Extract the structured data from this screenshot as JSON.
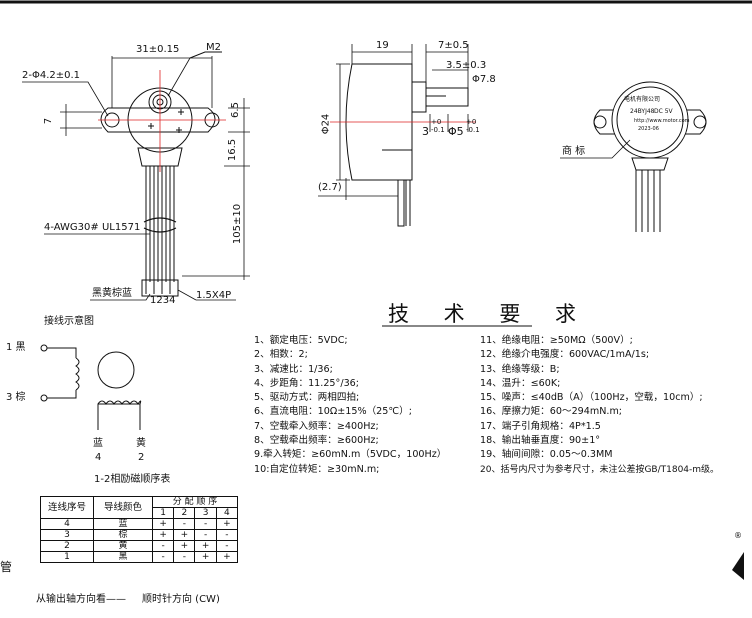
{
  "dims": {
    "mount_spacing": "31±0.15",
    "screw": "M2",
    "holes": "2-Φ4.2±0.1",
    "flange_h": "7",
    "d6_5": "6.5",
    "d16_5": "16.5",
    "wire_len": "105±10",
    "wire_spec": "4-AWG30#  UL1571",
    "wire_colors": "黑黄棕蓝",
    "pin_numbers": "1234",
    "connector": "1.5X4P",
    "body_len": "19",
    "shaft_len": "7±0.5",
    "flat_len": "3.5±0.3",
    "boss_dia": "Φ7.8",
    "body_dia": "Φ24",
    "shaft_tol_main": "3",
    "shaft_tol_dev": "+0 -0.1",
    "shaft_dia_main": "Φ5",
    "shaft_dia_dev": "+0 -0.1",
    "lead_offset": "(2.7)",
    "trademark": "商 标"
  },
  "nameplate": {
    "brand": "电机有限公司",
    "model": "24BYJ48",
    "voltage": "DC 5V",
    "date": "2023-06",
    "url": "http://www.motor.com"
  },
  "wiring": {
    "title": "接线示意图",
    "pin1": "1 黑",
    "pin3": "3 棕",
    "blue_label": "蓝",
    "blue_num": "4",
    "yellow_label": "黄",
    "yellow_num": "2",
    "caption": "1-2相励磁顺序表"
  },
  "seq_table": {
    "col1": "连线序号",
    "col2": "导线颜色",
    "group": "分 配 顺 序",
    "steps": [
      "1",
      "2",
      "3",
      "4"
    ],
    "rows": [
      {
        "num": "4",
        "color": "蓝",
        "s": [
          "+",
          "-",
          "-",
          "+"
        ]
      },
      {
        "num": "3",
        "color": "棕",
        "s": [
          "+",
          "+",
          "-",
          "-"
        ]
      },
      {
        "num": "2",
        "color": "黄",
        "s": [
          "-",
          "+",
          "+",
          "-"
        ]
      },
      {
        "num": "1",
        "color": "黑",
        "s": [
          "-",
          "-",
          "+",
          "+"
        ]
      }
    ],
    "footer_left": "从输出轴方向看——",
    "footer_right": "顺时针方向 (CW)"
  },
  "requirements": {
    "title": "技 术 要 求",
    "left": [
      "1、额定电压：5VDC;",
      "2、相数：2;",
      "3、减速比：1/36;",
      "4、步距角：11.25°/36;",
      "5、驱动方式：两相四拍;",
      "6、直流电阻：10Ω±15%（25℃）;",
      "7、空载牵入频率：≥400Hz;",
      "8、空载牵出频率：≥600Hz;",
      "9.牵入转矩：≥60mN.m（5VDC，100Hz）",
      "10:自定位转矩：≥30mN.m;"
    ],
    "right": [
      "11、绝缘电阻：≥50MΩ（500V）;",
      "12、绝缘介电强度：600VAC/1mA/1s;",
      "13、绝缘等级：B;",
      "14、温升：≤60K;",
      "15、噪声：≤40dB（A）（100Hz，空载，10cm）;",
      "16、摩擦力矩：60～294mN.m;",
      "17、端子引角规格：4P*1.5",
      "18、输出轴垂直度：90±1°",
      "19、轴间间隙：0.05～0.3MM",
      "20、括号内尺寸为参考尺寸，未注公差按GB/T1804-m级。"
    ]
  },
  "edge": {
    "side_glyphs": "管",
    "registered": "®"
  }
}
